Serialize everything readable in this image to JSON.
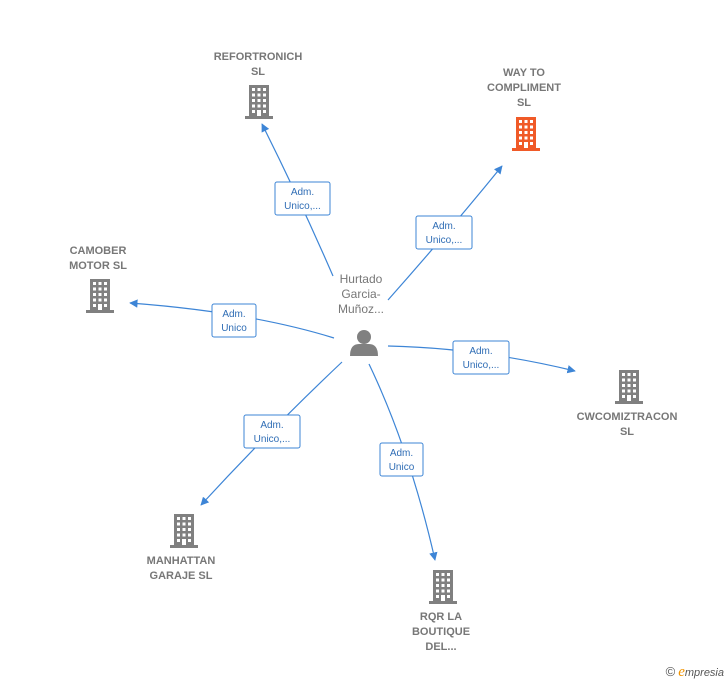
{
  "colors": {
    "edge": "#3d85d6",
    "company": "#808080",
    "company_highlight": "#f05a28",
    "person": "#808080",
    "text": "#777777"
  },
  "person": {
    "icon": "person-icon",
    "name_lines": [
      "Hurtado",
      "Garcia-",
      "Muñoz..."
    ]
  },
  "companies": [
    {
      "id": "refortronich",
      "lines": [
        "REFORTRONICH",
        "SL"
      ],
      "highlight": false,
      "icon": "building-icon"
    },
    {
      "id": "way-to-compliment",
      "lines": [
        "WAY TO",
        "COMPLIMENT",
        "SL"
      ],
      "highlight": true,
      "icon": "building-icon"
    },
    {
      "id": "camober-motor",
      "lines": [
        "CAMOBER",
        "MOTOR  SL"
      ],
      "highlight": false,
      "icon": "building-icon"
    },
    {
      "id": "cwcomiztracon",
      "lines": [
        "CWCOMIZTRACON",
        "SL"
      ],
      "highlight": false,
      "icon": "building-icon"
    },
    {
      "id": "manhattan-garaje",
      "lines": [
        "MANHATTAN",
        "GARAJE  SL"
      ],
      "highlight": false,
      "icon": "building-icon"
    },
    {
      "id": "rqr-la-boutique",
      "lines": [
        "RQR LA",
        "BOUTIQUE",
        "DEL..."
      ],
      "highlight": false,
      "icon": "building-icon"
    }
  ],
  "edges": [
    {
      "to": "refortronich",
      "label_lines": [
        "Adm.",
        "Unico,..."
      ]
    },
    {
      "to": "way-to-compliment",
      "label_lines": [
        "Adm.",
        "Unico,..."
      ]
    },
    {
      "to": "camober-motor",
      "label_lines": [
        "Adm.",
        "Unico"
      ]
    },
    {
      "to": "cwcomiztracon",
      "label_lines": [
        "Adm.",
        "Unico,..."
      ]
    },
    {
      "to": "manhattan-garaje",
      "label_lines": [
        "Adm.",
        "Unico,..."
      ]
    },
    {
      "to": "rqr-la-boutique",
      "label_lines": [
        "Adm.",
        "Unico"
      ]
    }
  ],
  "footer": {
    "copyright": "©",
    "brand_initial": "e",
    "brand_rest": "mpresia"
  }
}
